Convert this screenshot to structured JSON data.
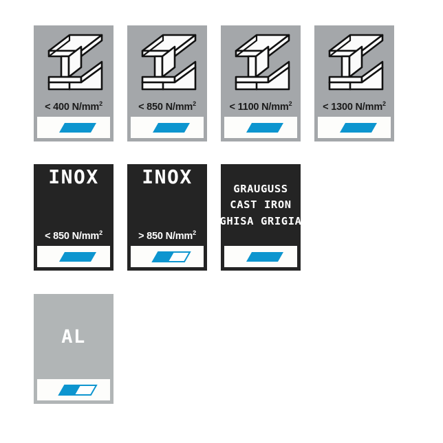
{
  "page": {
    "title": "Material capability legend",
    "background_color": "#ffffff"
  },
  "colors": {
    "card_gray": "#a4a7aa",
    "card_gray_light": "#b1b5b6",
    "card_dark": "#242424",
    "swatch_blue": "#0d95cf",
    "band_white": "#fdfdfb",
    "caption_dark": "#1a1a1a",
    "caption_light": "#ffffff"
  },
  "rows": [
    {
      "name": "steel-row",
      "cards": [
        {
          "id": "steel-400",
          "style": "beam",
          "icon": "i-beam-icon",
          "caption": "< 400 N/mm",
          "caption_sup": "2",
          "rating": "full"
        },
        {
          "id": "steel-850",
          "style": "beam",
          "icon": "i-beam-icon",
          "caption": "< 850 N/mm",
          "caption_sup": "2",
          "rating": "full"
        },
        {
          "id": "steel-1100",
          "style": "beam",
          "icon": "i-beam-icon",
          "caption": "< 1100 N/mm",
          "caption_sup": "2",
          "rating": "full"
        },
        {
          "id": "steel-1300",
          "style": "beam",
          "icon": "i-beam-icon",
          "caption": "< 1300 N/mm",
          "caption_sup": "2",
          "rating": "full"
        }
      ]
    },
    {
      "name": "stainless-castiron-row",
      "cards": [
        {
          "id": "inox-below-850",
          "style": "dark",
          "word": "INOX",
          "caption": "< 850 N/mm",
          "caption_sup": "2",
          "rating": "full"
        },
        {
          "id": "inox-above-850",
          "style": "dark",
          "word": "> INOX",
          "word_text": "INOX",
          "caption": "> 850 N/mm",
          "caption_sup": "2",
          "rating": "half"
        },
        {
          "id": "cast-iron",
          "style": "dark",
          "words": [
            "GRAUGUSS",
            "CAST IRON",
            "GHISA GRIGIA"
          ],
          "rating": "full"
        }
      ]
    },
    {
      "name": "aluminium-row",
      "cards": [
        {
          "id": "aluminium",
          "style": "gray",
          "word": "AL",
          "rating": "half"
        }
      ]
    }
  ]
}
